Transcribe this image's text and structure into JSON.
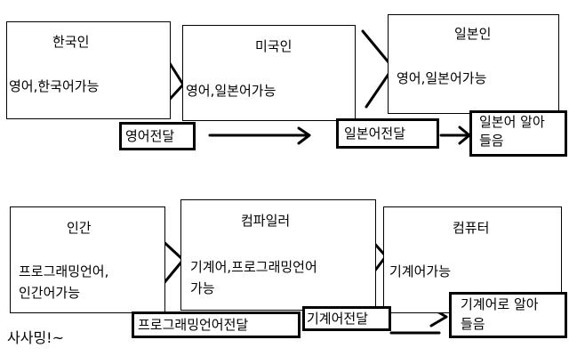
{
  "row1": {
    "korean": {
      "title": "한국인",
      "desc": "영어,한국어가능"
    },
    "american": {
      "title": "미국인",
      "desc": "영어,일본어가능"
    },
    "japanese": {
      "title": "일본인",
      "desc": "영어,일본어가능"
    },
    "relay1": "영어전달",
    "relay2": "일본어전달",
    "result": [
      "일본어 알아",
      "들음"
    ]
  },
  "row2": {
    "human": {
      "title": "인간",
      "desc": [
        "프로그래밍언어,",
        "인간어가능"
      ]
    },
    "compiler": {
      "title": "컴파일러",
      "desc": [
        "기계어,프로그래밍언어",
        "가능"
      ]
    },
    "computer": {
      "title": "컴퓨터",
      "desc": "기계어가능"
    },
    "relay1": "프로그래밍언어전달",
    "relay2": "기계어전달",
    "result": [
      "기계어로 알아",
      "들음"
    ]
  },
  "caption": "사사밍!~"
}
